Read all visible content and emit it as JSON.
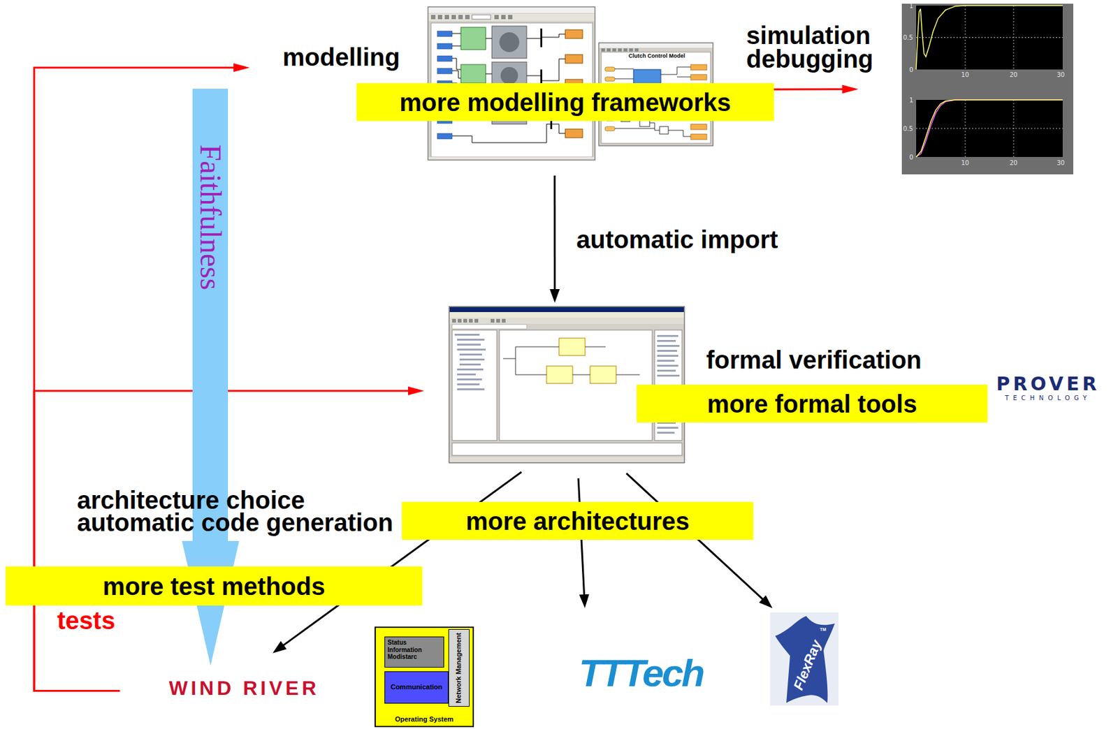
{
  "diagram": {
    "nodes": [
      {
        "text": [
          "modelling"
        ]
      },
      {
        "text": [
          "more modelling frameworks"
        ]
      },
      {
        "text": [
          "simulation debugging"
        ]
      },
      {
        "text": [
          "Faithfulness"
        ]
      },
      {
        "text": [
          "formal verification"
        ]
      },
      {
        "text": [
          "more formal tools"
        ]
      },
      {
        "text": [
          "PROVER",
          "TECHNOLOGY"
        ]
      },
      {
        "text": [
          "more architectures"
        ]
      },
      {
        "text": [
          "more test methods"
        ]
      },
      {
        "text": [
          "WIND RIVER"
        ]
      },
      {
        "text": [
          "Operating System"
        ]
      },
      {
        "text": [
          "Status Information Modistarc"
        ],
        "in": 10
      },
      {
        "text": [
          "Communication"
        ],
        "in": 10
      },
      {
        "text": [
          "Network Management"
        ],
        "in": 10
      },
      {
        "text": [
          "TTTech"
        ]
      },
      {
        "text": [
          "FlexRay",
          "TM"
        ]
      }
    ],
    "edges": [
      {
        "from": 0,
        "to": 2,
        "arrow": "to"
      },
      {
        "from": 0,
        "to": 4,
        "label": "automatic import",
        "arrow": "to"
      },
      {
        "from": 9,
        "to": 0,
        "arrow": "to"
      },
      {
        "from": 9,
        "to": 4,
        "arrow": "to"
      },
      {
        "from": 4,
        "to": 9,
        "arrow": "to"
      },
      {
        "from": 4,
        "to": 14,
        "arrow": "to"
      },
      {
        "from": 4,
        "to": 15,
        "arrow": "to"
      }
    ],
    "labels": [
      "architecture choice",
      "automatic code generation",
      "tests",
      "Clutch Control Model",
      "1",
      "0.5",
      "0",
      "10",
      "20",
      "30",
      "1",
      "0.5",
      "0",
      "10",
      "20",
      "30"
    ]
  }
}
